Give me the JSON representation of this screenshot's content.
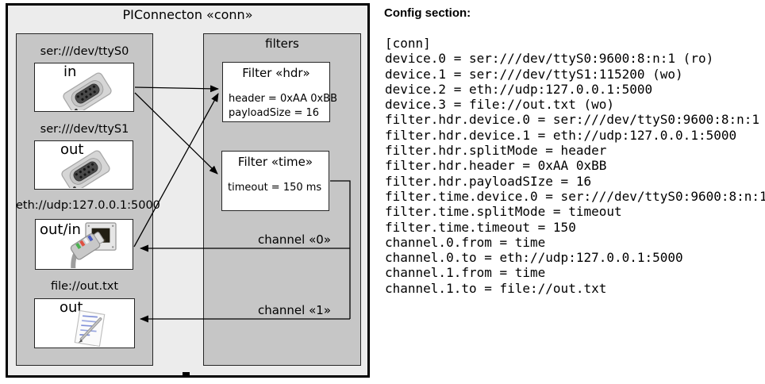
{
  "diagram": {
    "title": "PIConnecton «conn»",
    "filters_label": "filters",
    "devices": [
      {
        "uri": "ser:///dev/ttyS0",
        "direction": "in",
        "icon": "serial-connector"
      },
      {
        "uri": "ser:///dev/ttyS1",
        "direction": "out",
        "icon": "serial-connector"
      },
      {
        "uri": "eth://udp:127.0.0.1:5000",
        "direction": "out/in",
        "icon": "ethernet-jack-and-plug"
      },
      {
        "uri": "file://out.txt",
        "direction": "out",
        "icon": "notepad-pen"
      }
    ],
    "filters": [
      {
        "title": "Filter «hdr»",
        "props": [
          "header = 0xAA 0xBB",
          "payloadSize = 16"
        ]
      },
      {
        "title": "Filter «time»",
        "props": [
          "timeout = 150 ms"
        ]
      }
    ],
    "channels": [
      {
        "label": "channel «0»"
      },
      {
        "label": "channel «1»"
      }
    ]
  },
  "config": {
    "heading": "Config section:",
    "lines": [
      "[conn]",
      "device.0 = ser:///dev/ttyS0:9600:8:n:1 (ro)",
      "device.1 = ser:///dev/ttyS1:115200 (wo)",
      "device.2 = eth://udp:127.0.0.1:5000",
      "device.3 = file://out.txt (wo)",
      "filter.hdr.device.0 = ser:///dev/ttyS0:9600:8:n:1",
      "filter.hdr.device.1 = eth://udp:127.0.0.1:5000",
      "filter.hdr.splitMode = header",
      "filter.hdr.header = 0xAA 0xBB",
      "filter.hdr.payloadSIze = 16",
      "filter.time.device.0 = ser:///dev/ttyS0:9600:8:n:1",
      "filter.time.splitMode = timeout",
      "filter.time.timeout = 150",
      "channel.0.from = time",
      "channel.0.to = eth://udp:127.0.0.1:5000",
      "channel.1.from = time",
      "channel.1.to = file://out.txt"
    ]
  },
  "colors": {
    "diagram_bg": "#ececec",
    "panel_bg": "#c6c6c6",
    "box_bg": "#ffffff",
    "border": "#262626",
    "outer_border": "#000000",
    "text": "#000000",
    "note_lines": "#8090d8"
  }
}
